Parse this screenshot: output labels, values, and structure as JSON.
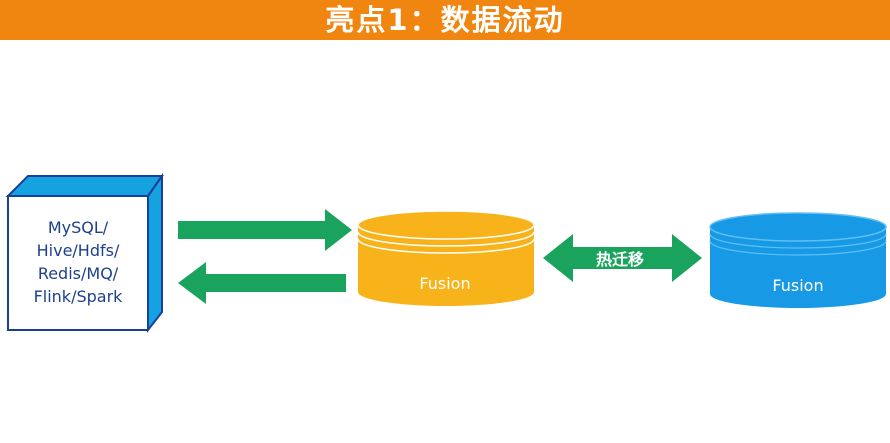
{
  "header": {
    "title": "亮点1：数据流动",
    "background_color": "#f0850f"
  },
  "diagram": {
    "source_box": {
      "lines": [
        "MySQL/",
        "Hive/Hdfs/",
        "Redis/MQ/",
        "Flink/Spark"
      ],
      "face_color": "#ffffff",
      "edge_color": "#1a3f99",
      "side_color": "#14a3e0"
    },
    "cylinder_primary": {
      "label": "Fusion",
      "color": "#f9b31a"
    },
    "cylinder_secondary": {
      "label": "Fusion",
      "color": "#1799e6"
    },
    "arrow_in": {
      "direction": "right",
      "color": "#1aa35c"
    },
    "arrow_out": {
      "direction": "left",
      "color": "#1aa35c"
    },
    "migration": {
      "label": "热迁移",
      "color": "#1aa35c"
    }
  }
}
